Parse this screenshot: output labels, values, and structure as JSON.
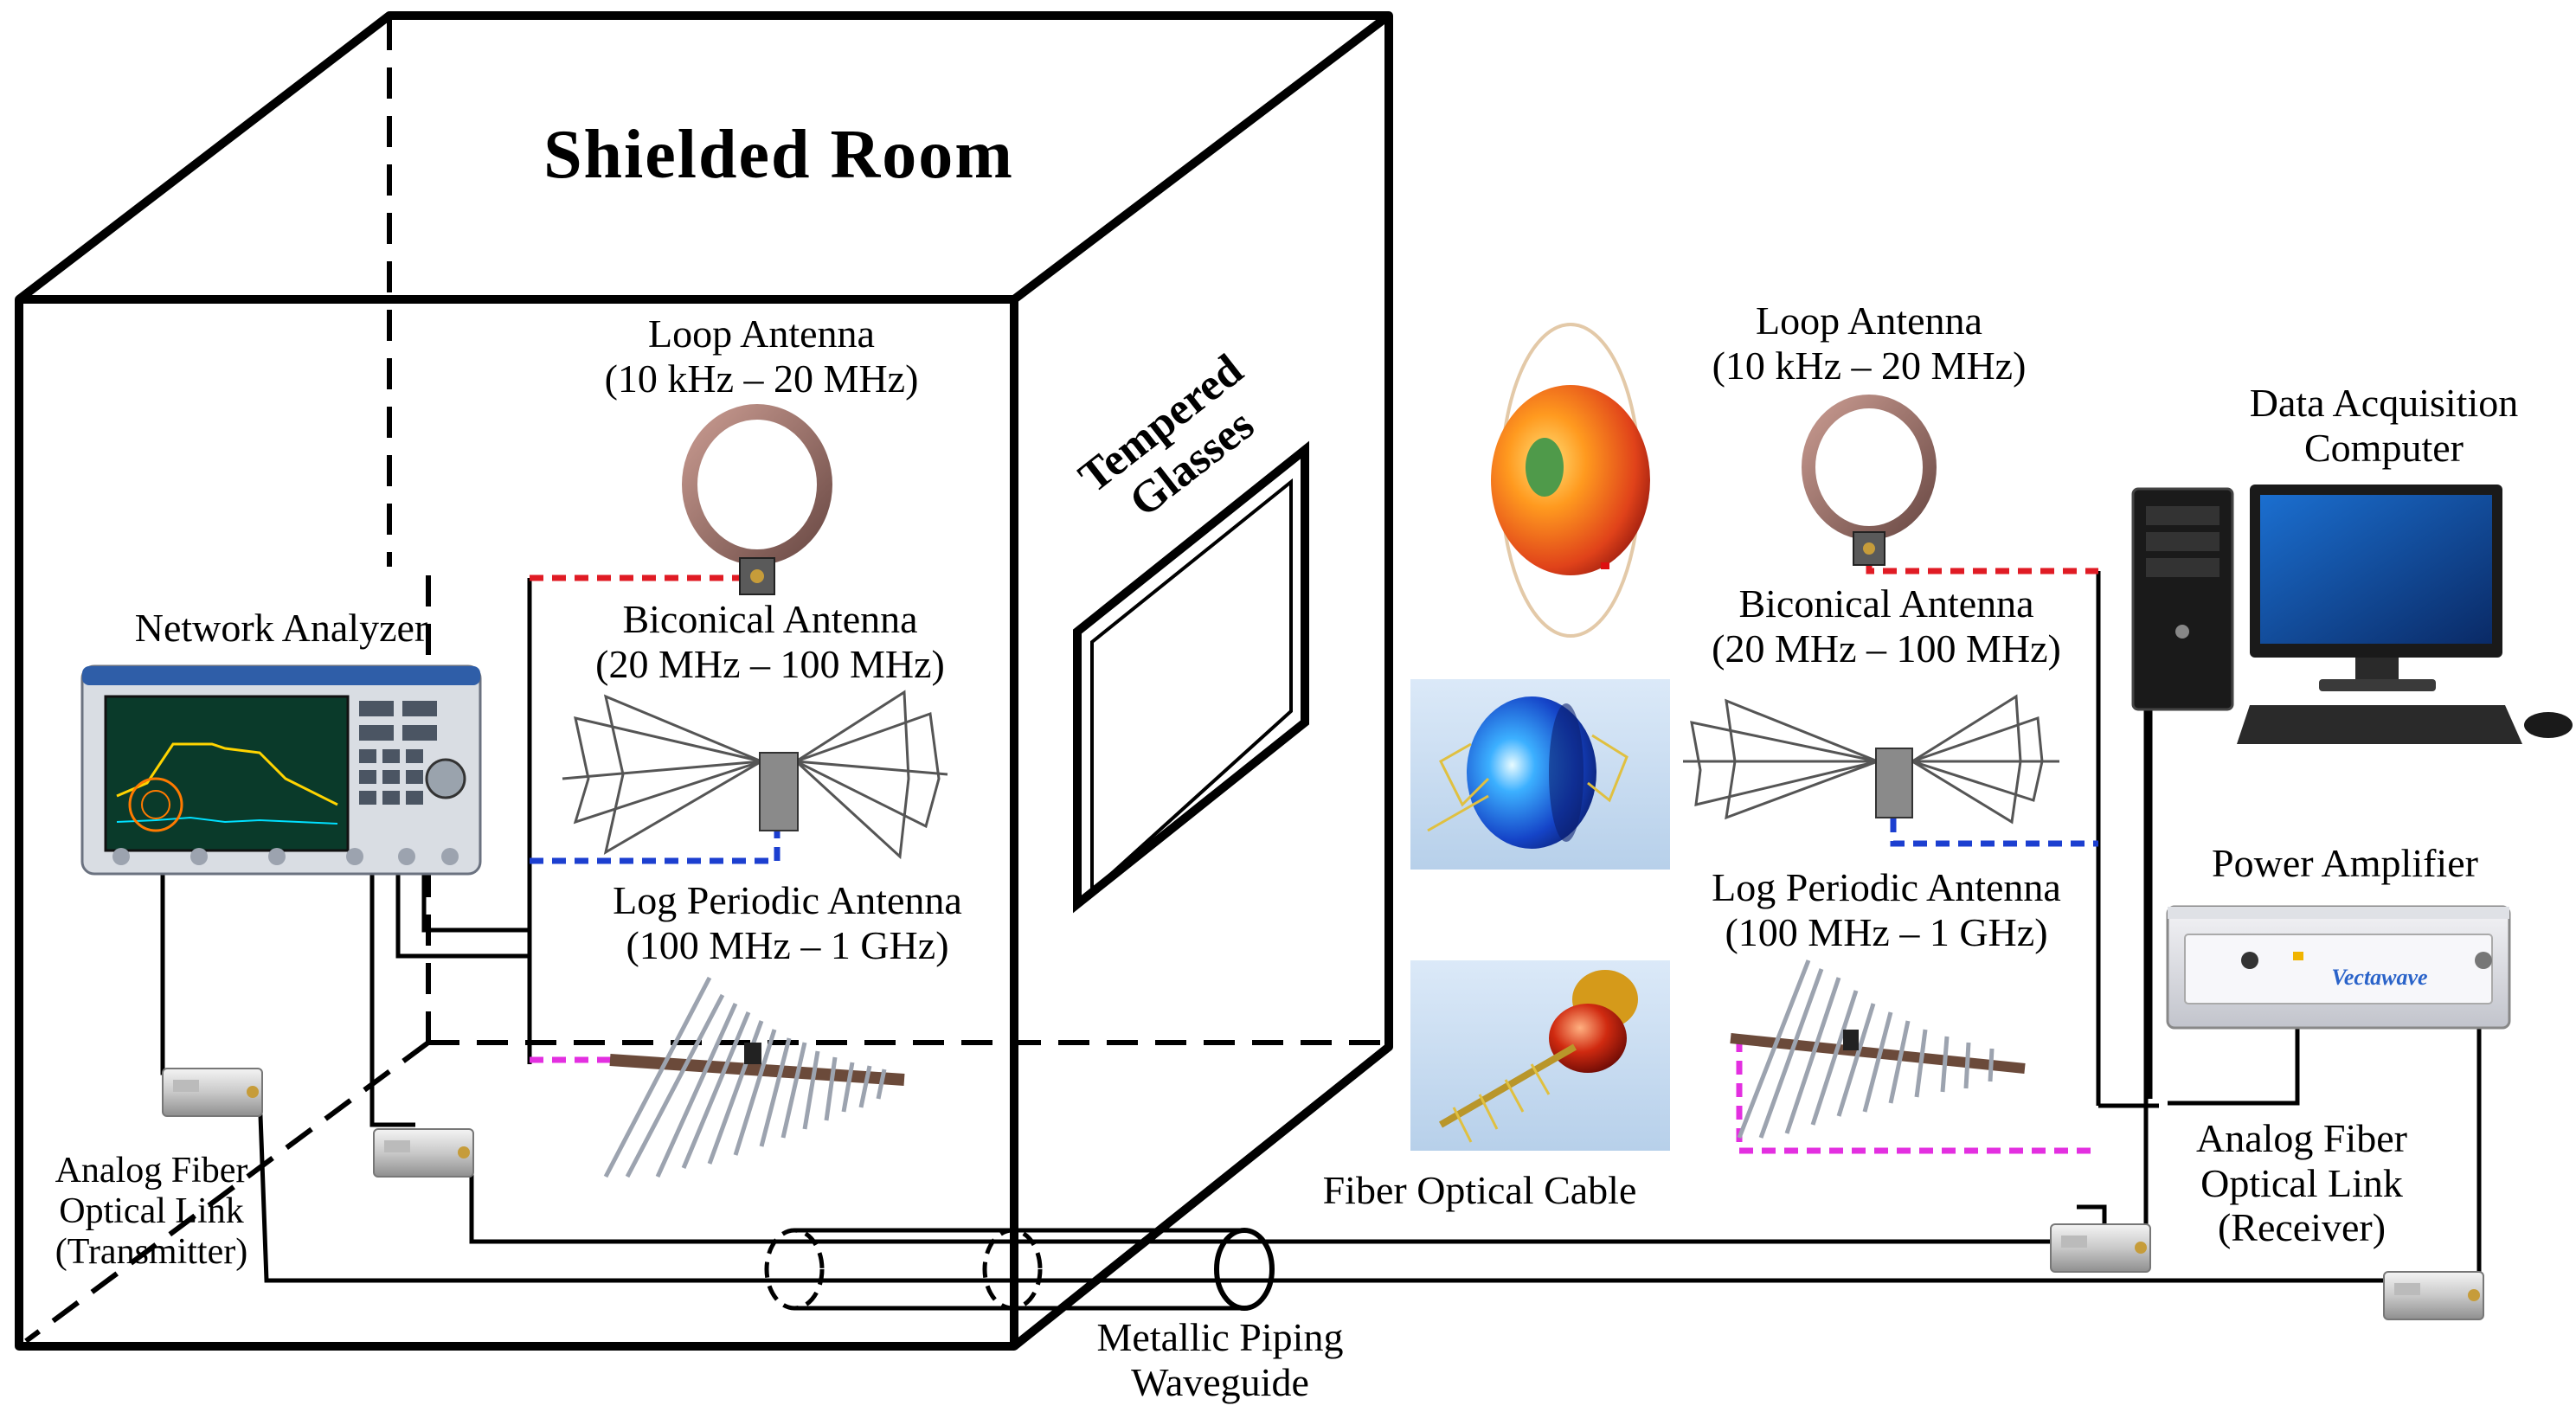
{
  "room": {
    "title": "Shielded  Room"
  },
  "window": {
    "label_line1": "Tempered",
    "label_line2": "Glasses"
  },
  "left": {
    "network_analyzer": "Network Analyzer",
    "loop": {
      "name": "Loop Antenna",
      "range": "(10 kHz – 20 MHz)"
    },
    "biconical": {
      "name": "Biconical Antenna",
      "range": "(20 MHz – 100 MHz)"
    },
    "logperiodic": {
      "name": "Log Periodic Antenna",
      "range": "(100 MHz – 1 GHz)"
    },
    "tx": {
      "line1": "Analog Fiber",
      "line2": "Optical Link",
      "line3": "(Transmitter)"
    }
  },
  "right": {
    "loop": {
      "name": "Loop Antenna",
      "range": "(10 kHz – 20 MHz)"
    },
    "biconical": {
      "name": "Biconical Antenna",
      "range": "(20 MHz – 100 MHz)"
    },
    "logperiodic": {
      "name": "Log Periodic Antenna",
      "range": "(100 MHz – 1 GHz)"
    },
    "computer": {
      "line1": "Data Acquisition",
      "line2": "Computer"
    },
    "amplifier": "Power Amplifier",
    "amp_brand": "Vectawave",
    "rx": {
      "line1": "Analog Fiber",
      "line2": "Optical Link",
      "line3": "(Receiver)"
    }
  },
  "fiber_cable": "Fiber Optical Cable",
  "waveguide": {
    "line1": "Metallic Piping",
    "line2": "Waveguide"
  },
  "colors": {
    "loop_link": "#e01b24",
    "biconical_link": "#1c3fd0",
    "logperiodic_link": "#e32fe0",
    "analyzer_screen": "#0a3a2a",
    "amp_accent": "#2a63c9"
  }
}
